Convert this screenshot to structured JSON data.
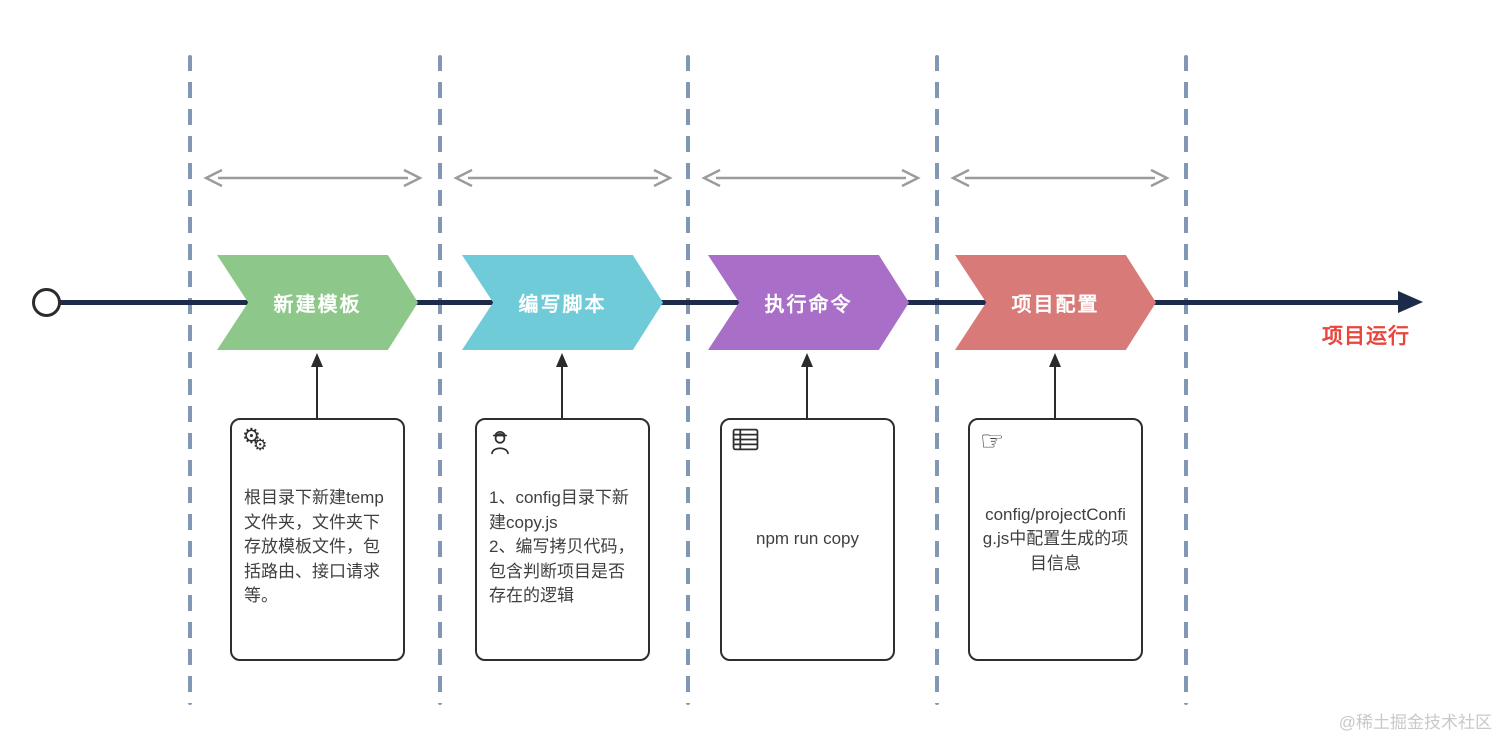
{
  "stages": [
    {
      "label": "新建模板",
      "color": "#8DC88A",
      "icon": "gears-icon",
      "note": "根目录下新建temp文件夹，文件夹下存放模板文件，包括路由、接口请求等。"
    },
    {
      "label": "编写脚本",
      "color": "#70CBD9",
      "icon": "worker-icon",
      "note": "1、config目录下新建copy.js\n2、编写拷贝代码，包含判断项目是否存在的逻辑"
    },
    {
      "label": "执行命令",
      "color": "#A96EC8",
      "icon": "table-icon",
      "note": "npm run copy"
    },
    {
      "label": "项目配置",
      "color": "#D87B78",
      "icon": "pointing-hand-icon",
      "note": "config/projectConfig.js中配置生成的项目信息"
    }
  ],
  "timeline": {
    "end_label": "项目运行",
    "end_label_color": "#E8463C",
    "line_color": "#1B2B49"
  },
  "glyphs": {
    "gear": "⚙",
    "pointing_hand": "☞"
  },
  "colors": {
    "lane_dash": "#8297B4",
    "span_arrow": "#9B9B9B",
    "card_border": "#2E2E2E",
    "note_text": "#3F3F3F",
    "watermark": "#C9C9C9"
  },
  "watermark": "@稀土掘金技术社区"
}
